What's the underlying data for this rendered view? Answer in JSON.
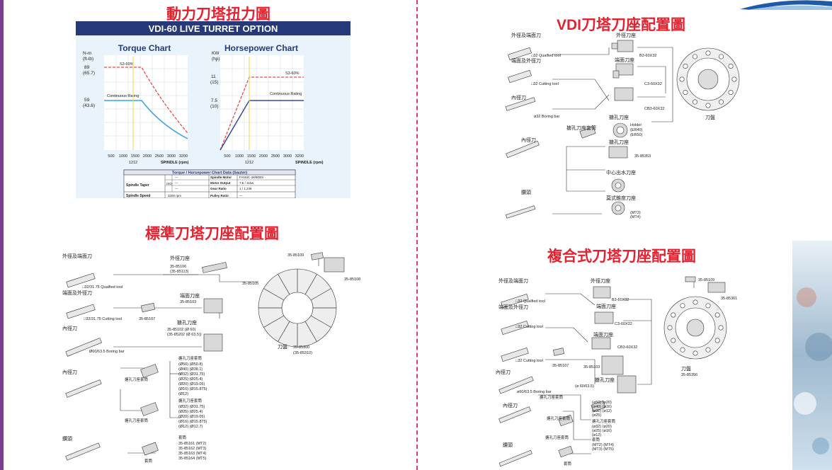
{
  "titles": {
    "torque": "動力刀塔扭力圖",
    "vdi_latin": "VDI",
    "vdi_rest": "刀塔刀座配置圖",
    "standard": "標準刀塔刀座配置圖",
    "composite": "複合式刀塔刀座配置圖"
  },
  "live_turret": {
    "banner": "VDI-60 LIVE TURRET OPTION",
    "colors": {
      "banner": "#26397a",
      "s3": "#e14b4b",
      "continuous": "#3aa6d8",
      "hp_cont": "#3b4a9c",
      "grid": "#cfd6dd"
    },
    "torque_title": "Torque Chart",
    "hp_title": "Horsepower Chart",
    "torque_unit": "N-m",
    "torque_unit2": "(ft-lb)",
    "hp_unit": "KW",
    "hp_unit2": "(hp)",
    "torque_s3": "S3-60%",
    "torque_cont": "Continuous Rating",
    "hp_s3": "S3-60%",
    "hp_cont": "Continuous Rating",
    "torque_y1": "89",
    "torque_y1b": "(65.7)",
    "torque_y2": "59",
    "torque_y2b": "(43.6)",
    "hp_y1": "11",
    "hp_y1b": "(15)",
    "hp_y2": "7.5",
    "hp_y2b": "(10)",
    "x_ticks_t": [
      "500",
      "1000",
      "1500",
      "2000",
      "2500",
      "3000",
      "3200"
    ],
    "x_ticks_h": [
      "500",
      "1000",
      "1500",
      "2000",
      "2500",
      "3000",
      "3200"
    ],
    "x_extra": "1212",
    "x_extra2": "1212",
    "xlabel": "SPINDLE (rpm)",
    "xlabel2": "SPINDLE (rpm)"
  },
  "spec_table": {
    "title": "Torque / Horsepower Chart Data (Sauter)",
    "spindle_taper": "Spindle Taper",
    "iso": "ISO",
    "dash1": "—",
    "dash2": "—",
    "dash3": "—",
    "spindle_speed": "Spindle Speed",
    "speed_val": "3200 rpm",
    "spindle_motor": "Spindle Motor",
    "motor_val": "FANUC α8/8000i",
    "motor_output": "Motor Output",
    "output_val": "7.5 / 11kw",
    "gear_ratio": "Gear Ratio",
    "gear_val": "1 / 1.238",
    "pulley_ratio": "Pulley Ratio",
    "pulley_val": "—"
  },
  "vdi": {
    "wj": "外徑及端面刀",
    "q32": "□32 Qualfied tool",
    "dm": "端面及外徑刀",
    "c32": "□32 Cutting tool",
    "nj": "內徑刀",
    "bb": "ø32 Boring bar",
    "wjz": "外徑刀座",
    "b3": "B3-60X32",
    "dmz": "端面刀座",
    "c3": "C3-60X32",
    "cb3": "CB3-60X32",
    "tk": "搪孔刀座",
    "holder": "Holder",
    "er40": "(ER40)",
    "er50": "(ER50)",
    "tkt": "搪孔刀座套筒",
    "nj2": "內徑刀",
    "tk2": "搪孔刀座",
    "n35": "35-85353",
    "zx": "中心出水刀座",
    "zt": "鑽頭",
    "mk": "莫式錐度刀座",
    "mt3": "(MT3)",
    "mt4": "(MT4)",
    "dp": "刀盤"
  },
  "standard": {
    "wj": "外徑及端面刀",
    "q3175": "□32/31.75 Qualfied tool",
    "dm": "端面及外徑刀",
    "c3175": "□32/31.75 Cutting tool",
    "c107": "35-85107",
    "nj": "內徑刀",
    "bb": "Ø60/63.5 Boring bar",
    "nj2": "內徑刀",
    "zt": "鑽頭",
    "wjz": "外徑刀座",
    "p106": "35-85106",
    "p113": "(35-85113)",
    "p105": "35-85105",
    "p109": "35-85109",
    "p108": "35-85108",
    "dmz": "端面刀座",
    "p103": "35-85103",
    "tk": "搪孔刀座",
    "p102": "35-85102 (Ø 60)",
    "p202": "(35-85202 (Ø 63.5))",
    "dp": "刀盤",
    "p300": "35-85300",
    "p310": "(35-85310)",
    "tkt1": "搪孔刀座套筒",
    "tkt1_lines": [
      "(Ø50) (Ø50.8)",
      "(Ø40) (Ø38.1)",
      "(Ø32) (Ø31.75)",
      "(Ø25) (Ø25.4)",
      "(Ø20) (Ø19.05)",
      "(Ø16) (Ø15.875)",
      "(Ø12)"
    ],
    "tkt_sm": "搪孔刀座套筒",
    "tkt2": "搪孔刀座套筒",
    "tkt2_lines": [
      "(Ø32) (Ø31.75)",
      "(Ø25) (Ø25.4)",
      "(Ø20) (Ø19.05)",
      "(Ø16) (Ø15.875)",
      "(Ø12) (Ø12.7)"
    ],
    "tkt_sm2": "搪孔刀座套筒",
    "tt": "套筒",
    "tt_lines": [
      "35-85161 (MT2)",
      "35-85162 (MT3)",
      "35-85163 (MT4)",
      "35-85164 (MT5)"
    ],
    "tt_sm": "套筒"
  },
  "composite": {
    "wj": "外徑及端面刀",
    "q32": "□32 Qualfied tool",
    "dm": "端面及外徑刀",
    "c32": "□32 Cutting tool",
    "c32b": "□32 Cutting tool",
    "p107": "35-85107",
    "nj": "內徑刀",
    "bb": "ø60/63.5 Boring bar",
    "nj2": "內徑刀",
    "zt": "鑽頭",
    "wjz": "外徑刀座",
    "b3": "B3-60X32",
    "dmz": "端面刀座",
    "c3": "C3-60X32",
    "dmz2": "端面刀座",
    "cb3": "CB3-60X32",
    "p103": "35-85103",
    "tk": "搪孔刀座",
    "tkv": "(ø 60/63.5)",
    "p109": "35-85109",
    "p361": "35-85361",
    "dp": "刀盤",
    "p356": "35-85356",
    "tkt1": "搪孔刀座套筒",
    "tkt1_lines": [
      "(ø50)  (ø20)",
      "(ø40)  (ø16)",
      "(ø32)  (ø12)",
      "(ø25)"
    ],
    "tkt_sm": "搪孔刀座套筒",
    "tkt2": "搪孔刀座套筒",
    "tkt2_lines": [
      "(ø32)  (ø20)",
      "(ø25)  (ø16)",
      "(ø12)"
    ],
    "tkt_sm2": "搪孔刀座套筒",
    "tt": "套筒",
    "tt_lines": [
      "(MT2)  (MT4)",
      "(MT3)  (MT5)"
    ],
    "tt_sm": "套筒"
  }
}
